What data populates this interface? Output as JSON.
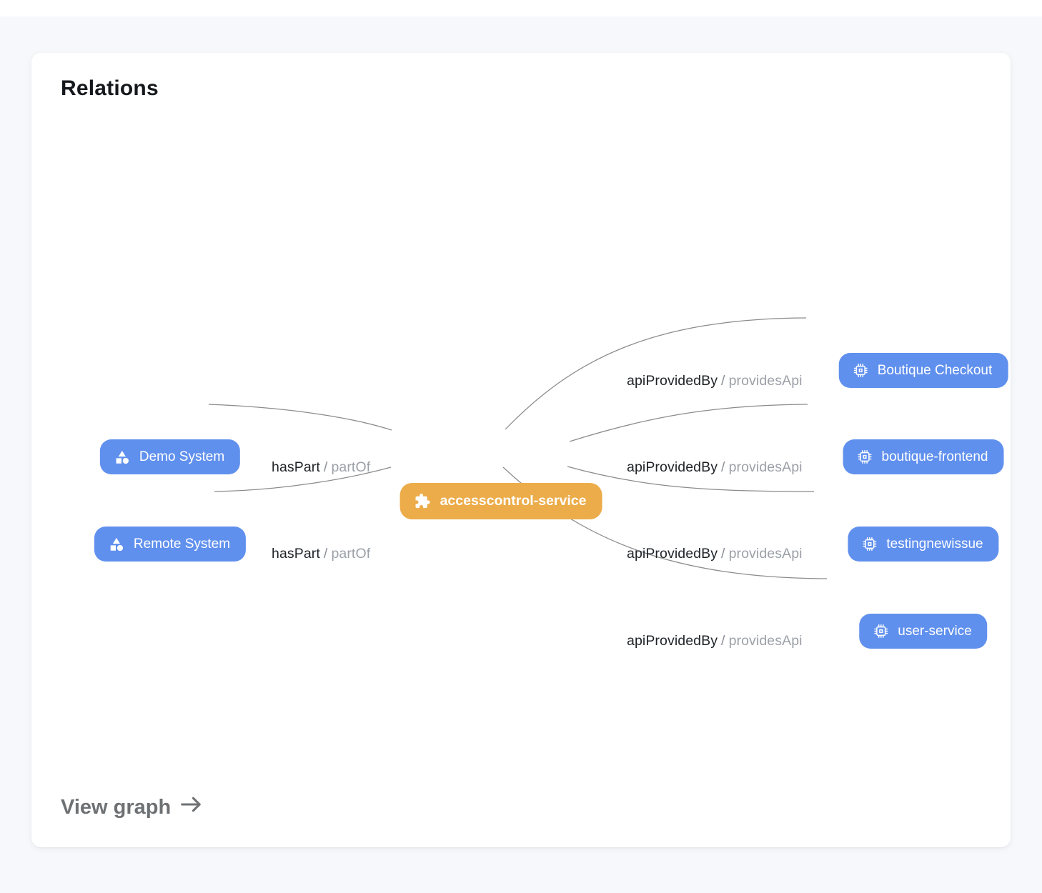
{
  "card": {
    "title": "Relations",
    "view_graph_label": "View graph"
  },
  "graph": {
    "colors": {
      "entity_node_blue": "#6090EE",
      "center_node_orange": "#ECAC49",
      "edge_line": "#8B8B8B",
      "edge_label_primary": "#1F2328",
      "edge_label_secondary": "#9CA1A8"
    },
    "nodes": {
      "center": {
        "label": "accesscontrol-service",
        "icon": "puzzle-piece-icon"
      },
      "left": [
        {
          "label": "Demo System",
          "icon": "system-shapes-icon"
        },
        {
          "label": "Remote System",
          "icon": "system-shapes-icon"
        }
      ],
      "right": [
        {
          "label": "Boutique Checkout",
          "icon": "api-chip-icon"
        },
        {
          "label": "boutique-frontend",
          "icon": "api-chip-icon"
        },
        {
          "label": "testingnewissue",
          "icon": "api-chip-icon"
        },
        {
          "label": "user-service",
          "icon": "api-chip-icon"
        }
      ]
    },
    "edges": [
      {
        "source": "Demo System",
        "target": "accesscontrol-service",
        "label": "hasPart",
        "separator": "/",
        "inverse": "partOf"
      },
      {
        "source": "Remote System",
        "target": "accesscontrol-service",
        "label": "hasPart",
        "separator": "/",
        "inverse": "partOf"
      },
      {
        "source": "accesscontrol-service",
        "target": "Boutique Checkout",
        "label": "apiProvidedBy",
        "separator": "/",
        "inverse": "providesApi"
      },
      {
        "source": "accesscontrol-service",
        "target": "boutique-frontend",
        "label": "apiProvidedBy",
        "separator": "/",
        "inverse": "providesApi"
      },
      {
        "source": "accesscontrol-service",
        "target": "testingnewissue",
        "label": "apiProvidedBy",
        "separator": "/",
        "inverse": "providesApi"
      },
      {
        "source": "accesscontrol-service",
        "target": "user-service",
        "label": "apiProvidedBy",
        "separator": "/",
        "inverse": "providesApi"
      }
    ]
  }
}
